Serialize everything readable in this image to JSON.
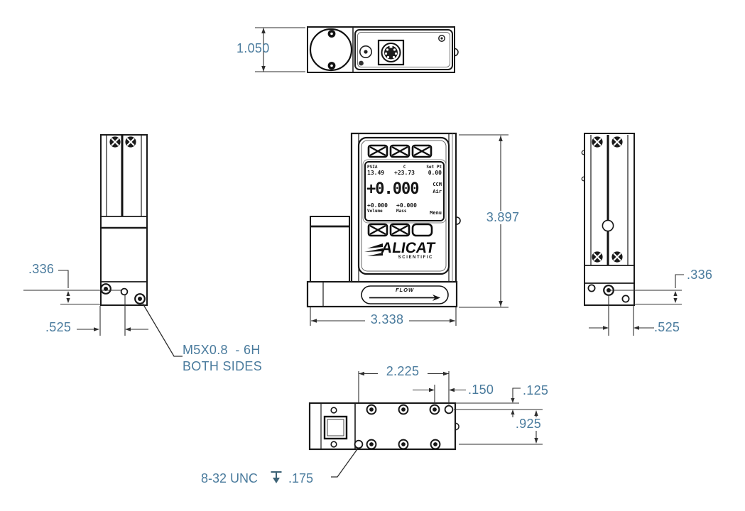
{
  "colors": {
    "dim_text": "#4a7b9d",
    "line": "#1a1a1a"
  },
  "dims": {
    "top_height": "1.050",
    "front_height": "3.897",
    "front_width": "3.338",
    "left_hole_y": ".336",
    "left_hole_x": ".525",
    "right_hole_y": ".336",
    "right_hole_x": ".525",
    "bottom_span": "2.225",
    "bottom_inset": ".150",
    "bottom_edge": ".125",
    "bottom_rows": ".925"
  },
  "notes": {
    "thread_spec": "M5X0.8  - 6H",
    "thread_loc": "BOTH SIDES",
    "bottom_thread": "8-32 UNC",
    "bottom_depth": ".175"
  },
  "device": {
    "brand": "ALICAT",
    "brand_sub": "SCIENTIFIC",
    "flow_label": "FLOW",
    "lcd": {
      "pressure_label": "PSIA",
      "pressure_value": "13.49",
      "temp_label": "C",
      "temp_value": "+23.73",
      "setpoint_label": "Set Pt",
      "setpoint_value": "0.00",
      "flow_value": "+0.000",
      "flow_unit": "CCM",
      "gas": "Air",
      "total1_value": "+0.000",
      "total1_label": "Volume",
      "total2_value": "+0.000",
      "total2_label": "Mass",
      "menu_label": "Menu"
    }
  }
}
